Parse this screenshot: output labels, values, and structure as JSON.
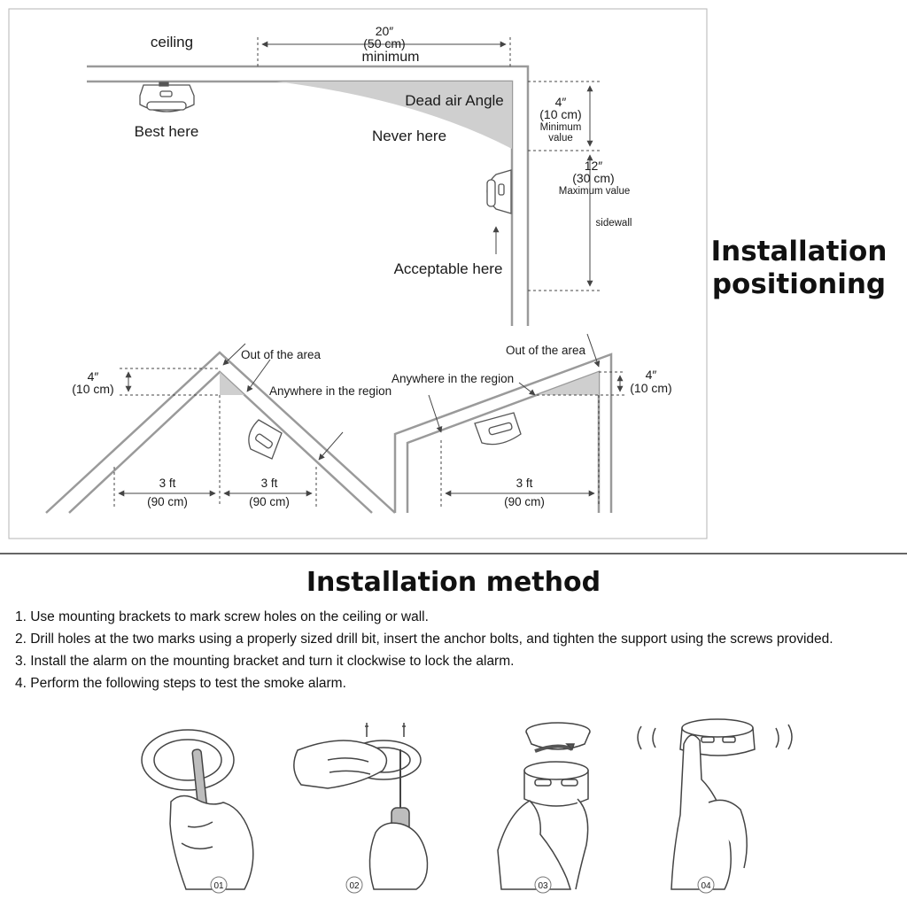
{
  "side_title": {
    "line1": "Installation",
    "line2": "positioning"
  },
  "diagram_labels": {
    "ceiling": "ceiling",
    "dim_top_in": "20″",
    "dim_top_cm": "(50 cm)",
    "dim_top_min": "minimum",
    "best_here": "Best here",
    "dead_air": "Dead air Angle",
    "never_here": "Never here",
    "dim_4_in": "4″",
    "dim_4_cm": "(10 cm)",
    "minimum": "Minimum",
    "value": "value",
    "dim_12_in": "12″",
    "dim_12_cm": "(30 cm)",
    "max_value": "Maximum value",
    "sidewall": "sidewall",
    "acceptable_here": "Acceptable here",
    "out_of_area": "Out of the area",
    "anywhere_region": "Anywhere in the region",
    "dim_3ft": "3 ft",
    "dim_90cm": "(90 cm)"
  },
  "method": {
    "title": "Installation method",
    "steps": [
      "1. Use mounting brackets to mark screw holes on the ceiling or wall.",
      "2. Drill holes at the two marks using a properly sized drill bit, insert the anchor bolts, and tighten the support using the screws provided.",
      "3. Install the alarm on the mounting bracket and turn it clockwise to lock the alarm.",
      "4. Perform the following steps to test the smoke alarm."
    ],
    "figure_numbers": [
      "01",
      "02",
      "03",
      "04"
    ]
  },
  "colors": {
    "line": "#9a9a9a",
    "shade": "#cfcfcf",
    "text": "#111111"
  }
}
